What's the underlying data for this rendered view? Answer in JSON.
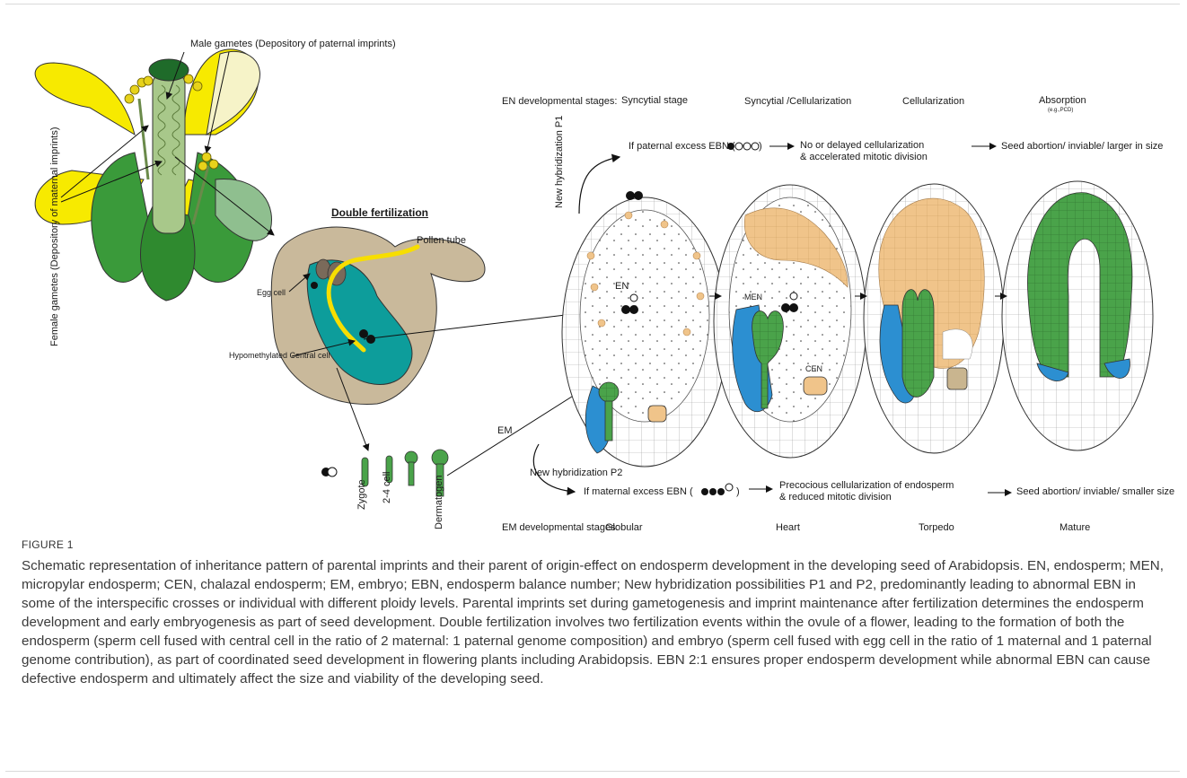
{
  "figure": {
    "labels": {
      "male_gametes": "Male gametes (Depository of paternal imprints)",
      "female_gametes": "Female gametes (Depository of maternal imprints)",
      "double_fertilization": "Double fertilization",
      "pollen_tube": "Pollen tube",
      "egg_cell": "Egg cell",
      "central_cell": "Hypomethylated Central cell",
      "en_stages_title": "EN developmental stages:",
      "en_stage_1": "Syncytial stage",
      "en_stage_2": "Syncytial /Cellularization",
      "en_stage_3": "Cellularization",
      "en_stage_4": "Absorption",
      "en_stage_4_note": "(e.g.,PCD)",
      "new_hyb_p1": "New hybridization P1",
      "new_hyb_p2": "New hybridization P2",
      "paternal_excess": "If paternal excess EBN (",
      "paternal_result_1": "No or delayed cellularization",
      "paternal_result_2": "& accelerated mitotic division",
      "paternal_outcome": "Seed abortion/ inviable/ larger in size",
      "maternal_excess": "If maternal excess EBN (",
      "maternal_result_1": "Precocious cellularization of endosperm",
      "maternal_result_2": "& reduced mitotic division",
      "maternal_outcome": "Seed abortion/ inviable/ smaller size",
      "en": "EN",
      "men": "MEN",
      "cen": "CEN",
      "em": "EM",
      "zygote": "Zygote",
      "two_four_cell": "2-4 cell",
      "dermatogen": "Dermatogen",
      "em_stages_title": "EM developmental stages:",
      "em_stage_1": "Globular",
      "em_stage_2": "Heart",
      "em_stage_3": "Torpedo",
      "em_stage_4": "Mature"
    },
    "colors": {
      "petal": "#f7ea00",
      "leaf": "#3a9a3a",
      "embryo": "#4aa34a",
      "ovule": "#c9b99b",
      "central_cell": "#0d9d9b",
      "endosperm": "#f0c48a",
      "blue_endosperm": "#2c8fd1"
    }
  },
  "caption": {
    "figure_label": "FIGURE 1",
    "text": "Schematic representation of inheritance pattern of parental imprints and their parent of origin-effect on endosperm development in the developing seed of Arabidopsis. EN, endosperm; MEN, micropylar endosperm; CEN, chalazal endosperm; EM, embryo; EBN, endosperm balance number; New hybridization possibilities P1 and P2, predominantly leading to abnormal EBN in some of the interspecific crosses or individual with different ploidy levels. Parental imprints set during gametogenesis and imprint maintenance after fertilization determines the endosperm development and early embryogenesis as part of seed development. Double fertilization involves two fertilization events within the ovule of a flower, leading to the formation of both the endosperm (sperm cell fused with central cell in the ratio of 2 maternal: 1 paternal genome composition) and embryo (sperm cell fused with egg cell in the ratio of 1 maternal and 1 paternal genome contribution), as part of coordinated seed development in flowering plants including Arabidopsis. EBN 2:1 ensures proper endosperm development while abnormal EBN can cause defective endosperm and ultimately affect the size and viability of the developing seed."
  }
}
